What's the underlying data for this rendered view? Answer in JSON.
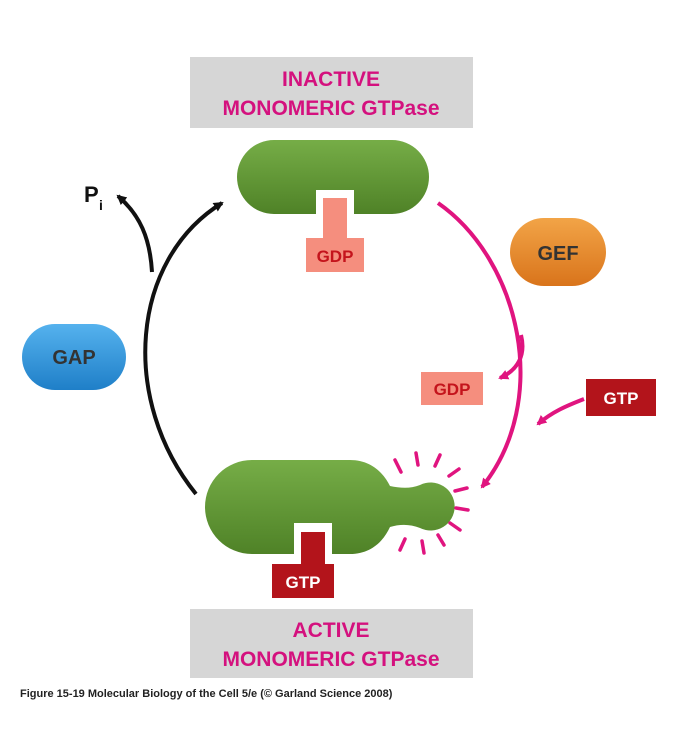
{
  "inactive_label": {
    "line1": "INACTIVE",
    "line2": "MONOMERIC GTPase"
  },
  "active_label": {
    "line1": "ACTIVE",
    "line2": "MONOMERIC GTPase"
  },
  "gef_label": "GEF",
  "gap_label": "GAP",
  "pi_label": {
    "main": "P",
    "sub": "i"
  },
  "gdp_bound_label": "GDP",
  "gdp_released_label": "GDP",
  "gtp_incoming_label": "GTP",
  "gtp_bound_label": "GTP",
  "caption": "Figure 15-19 Molecular Biology of the Cell 5/e (© Garland Science 2008)",
  "colors": {
    "magenta_text": "#d4117e",
    "magenta_arrow": "#e0147f",
    "protein_green": "#5f9633",
    "gdp_salmon": "#f58e7e",
    "gtp_red": "#b3141b",
    "gef_orange": "#e58a2a",
    "gap_blue": "#2c91d8",
    "label_box_gray": "#d6d6d6"
  }
}
